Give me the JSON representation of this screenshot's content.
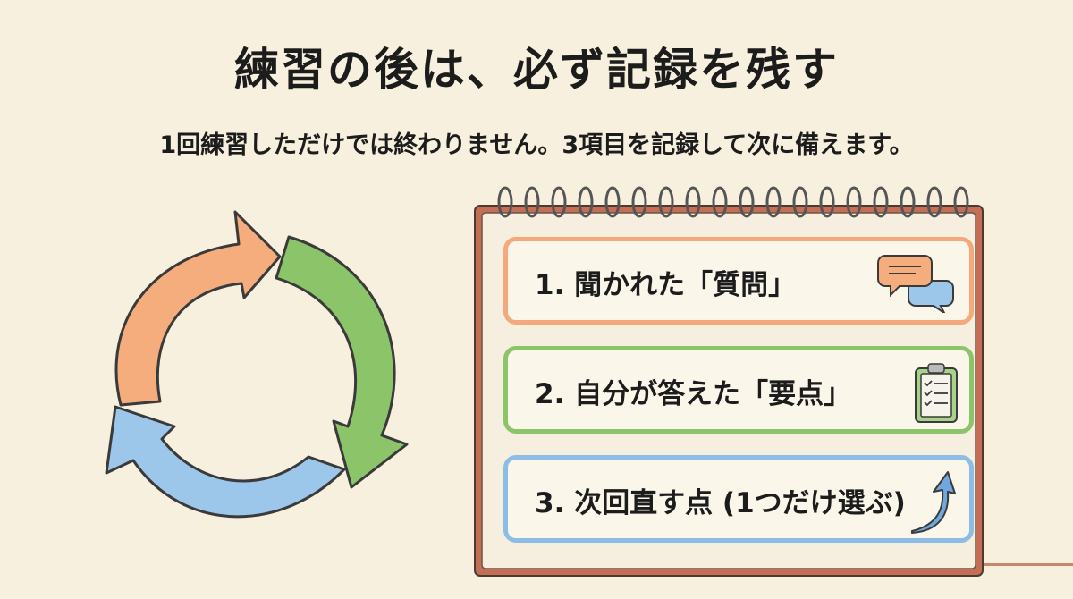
{
  "title": "練習の後は、必ず記録を残す",
  "subtitle": "1回練習しただけでは終わりません。3項目を記録して次に備えます。",
  "cycle": {
    "arrows": [
      {
        "icon": "orange-arrow",
        "color": "#f5ad7e"
      },
      {
        "icon": "green-arrow",
        "color": "#8cc46a"
      },
      {
        "icon": "blue-arrow",
        "color": "#9cc6ea"
      }
    ]
  },
  "notebook": {
    "items": [
      {
        "label": "1. 聞かれた「質問」",
        "icon": "speech-bubbles-icon",
        "color": "#f4a97c"
      },
      {
        "label": "2. 自分が答えた「要点」",
        "icon": "clipboard-checklist-icon",
        "color": "#8cc46a"
      },
      {
        "label": "3. 次回直す点 (1つだけ選ぶ)",
        "icon": "curved-arrow-icon",
        "color": "#8dbde6"
      }
    ]
  }
}
